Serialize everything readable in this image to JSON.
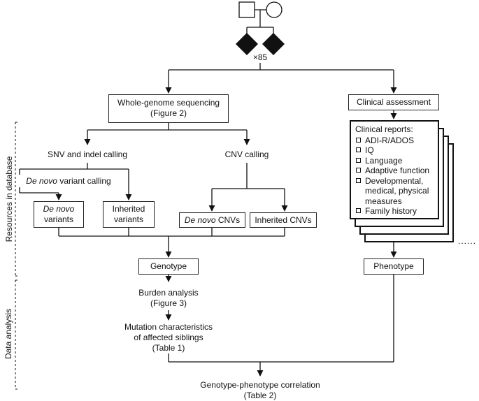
{
  "pedigree": {
    "count": "×85"
  },
  "boxes": {
    "wgs": [
      "Whole-genome sequencing",
      "(Figure 2)"
    ],
    "clinical_assessment": "Clinical assessment",
    "de_novo_variants": [
      "De novo",
      "variants"
    ],
    "inherited_variants": [
      "Inherited",
      "variants"
    ],
    "de_novo_cnvs_italic": "De novo",
    "de_novo_cnvs_rest": " CNVs",
    "inherited_cnvs": "Inherited CNVs",
    "genotype": "Genotype",
    "phenotype": "Phenotype"
  },
  "labels": {
    "snv_indel": "SNV and indel calling",
    "cnv_calling": "CNV calling",
    "de_novo_calling_italic": "De novo",
    "de_novo_calling_rest": " variant calling",
    "burden": [
      "Burden analysis",
      "(Figure 3)"
    ],
    "mutation": [
      "Mutation characteristics",
      "of affected siblings",
      "(Table 1)"
    ],
    "correlation": [
      "Genotype-phenotype correlation",
      "(Table 2)"
    ],
    "dots": "......"
  },
  "clinical_reports": {
    "title": "Clinical reports:",
    "items": [
      "ADI-R/ADOS",
      "IQ",
      "Language",
      "Adaptive function",
      "Developmental, medical, physical measures",
      "Family history"
    ]
  },
  "side_labels": {
    "resources": "Resources in database",
    "analysis": "Data analysis"
  }
}
